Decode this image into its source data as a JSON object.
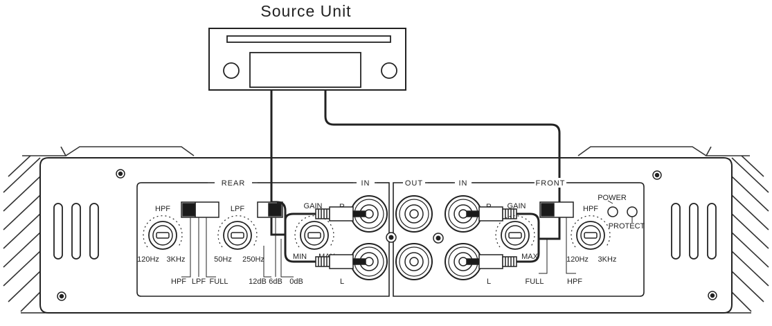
{
  "title": "Source Unit",
  "rear": {
    "section_label": "REAR",
    "in_label": "IN",
    "hpf_label": "HPF",
    "hpf_min": "120Hz",
    "hpf_max": "3KHz",
    "lpf_label": "LPF",
    "lpf_min": "50Hz",
    "lpf_max": "250Hz",
    "gain_label": "GAIN",
    "gain_min": "MIN",
    "gain_max": "MAX",
    "crossover_hpf": "HPF",
    "crossover_lpf": "LPF",
    "crossover_full": "FULL",
    "bass_12db": "12dB",
    "bass_6db": "6dB",
    "bass_0db": "0dB",
    "channel_r": "R",
    "channel_l": "L"
  },
  "front": {
    "section_label": "FRONT",
    "out_label": "OUT",
    "in_label": "IN",
    "gain_label": "GAIN",
    "gain_max": "MAX",
    "channel_r": "R",
    "channel_l": "L",
    "full_label": "FULL",
    "hpf_label": "HPF",
    "hpf_min": "120Hz",
    "hpf_max": "3KHz",
    "hpf_bottom_label": "HPF",
    "power_label": "POWER",
    "protect_label": "PROTECT"
  },
  "colors": {
    "line": "#222222",
    "switch_dark": "#1a1a1a"
  }
}
